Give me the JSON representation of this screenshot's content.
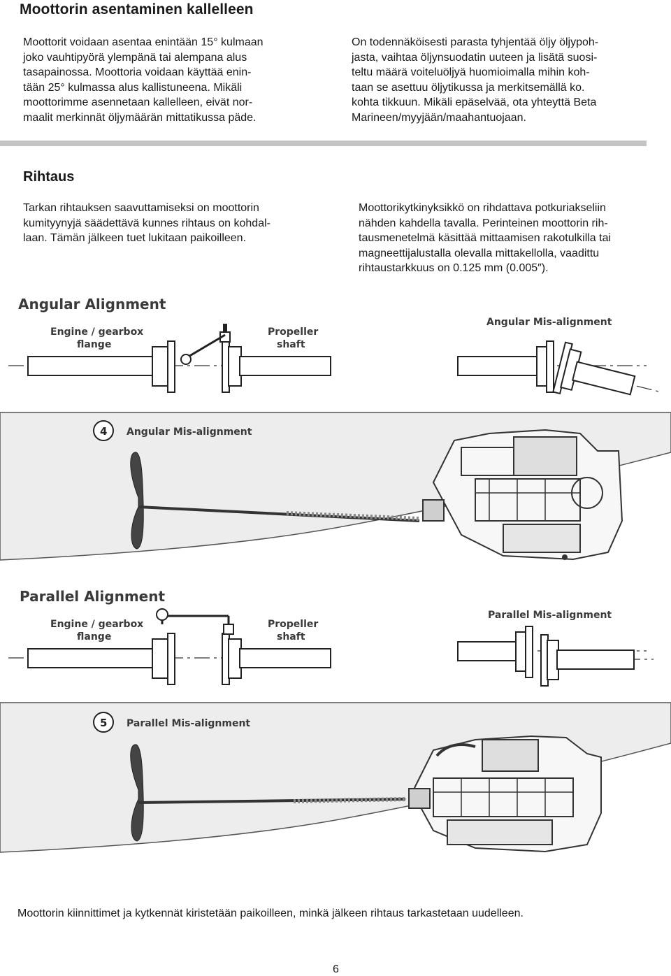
{
  "section1": {
    "heading": "Moottorin asentaminen kallelleen",
    "left_lines": [
      "Moottorit voidaan asentaa enintään 15° kulmaan",
      "joko vauhtipyörä ylempänä tai alempana alus",
      "tasapainossa. Moottoria voidaan käyttää enin-",
      "tään 25° kulmassa alus kallistuneena. Mikäli",
      "moottorimme asennetaan kallelleen, eivät nor-",
      "maalit merkinnät öljymäärän mittatikussa päde."
    ],
    "right_lines": [
      "On todennäköisesti parasta tyhjentää öljy öljypoh-",
      "jasta, vaihtaa öljynsuodatin uuteen ja lisätä suosi-",
      "teltu määrä voiteluöljyä huomioimalla mihin koh-",
      "taan se asettuu öljytikussa ja merkitsemällä ko.",
      "kohta tikkuun. Mikäli epäselvää, ota yhteyttä Beta",
      "Marineen/myyjään/maahantuojaan."
    ]
  },
  "section2": {
    "heading": "Rihtaus",
    "left_lines": [
      "Tarkan rihtauksen saavuttamiseksi on moottorin",
      "kumityynyjä säädettävä kunnes rihtaus on kohdal-",
      "laan. Tämän jälkeen tuet lukitaan paikoilleen."
    ],
    "right_lines": [
      "Moottorikytkinyksikkö on rihdattava potkuriakseliin",
      "nähden kahdella tavalla. Perinteinen moottorin rih-",
      "tausmenetelmä käsittää mittaamisen rakotulkilla tai",
      "magneettijalustalla olevalla mittakellolla, vaadittu",
      "rihtaustarkkuus on 0.125 mm (0.005″)."
    ]
  },
  "figure_angular": {
    "title": "Angular Alignment",
    "engine_label": [
      "Engine / gearbox",
      "flange"
    ],
    "prop_label": [
      "Propeller",
      "shaft"
    ],
    "misalign_title": "Angular Mis-alignment",
    "badge": "4",
    "badge_caption": "Angular Mis-alignment"
  },
  "figure_parallel": {
    "title": "Parallel Alignment",
    "engine_label": [
      "Engine / gearbox",
      "flange"
    ],
    "prop_label": [
      "Propeller",
      "shaft"
    ],
    "misalign_title": "Parallel Mis-alignment",
    "badge": "5",
    "badge_caption": "Parallel Mis-alignment"
  },
  "footer_text": "Moottorin kiinnittimet ja kytkennät kiristetään paikoilleen, minkä jälkeen rihtaus tarkastetaan uudelleen.",
  "page_number": "6"
}
